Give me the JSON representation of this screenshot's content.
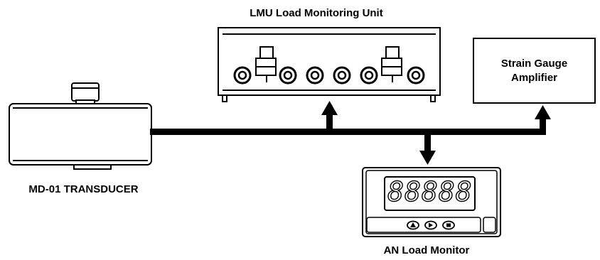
{
  "lmu": {
    "title": "LMU Load Monitoring Unit"
  },
  "transducer": {
    "label": "MD-01 TRANSDUCER"
  },
  "amplifier": {
    "line1": "Strain Gauge",
    "line2": "Amplifier"
  },
  "an_monitor": {
    "label": "AN Load Monitor",
    "display": "88888"
  }
}
